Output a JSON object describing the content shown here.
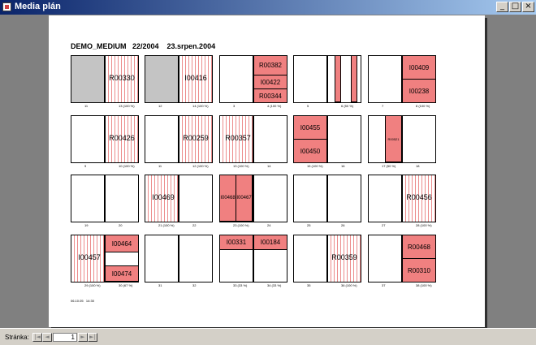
{
  "window": {
    "title": "Media plán",
    "buttons": {
      "minimize": "_",
      "maximize": "□",
      "close": "×"
    }
  },
  "report": {
    "heading": "DEMO_MEDIUM   22/2004    23.srpen.2004",
    "footer": "06.10.05   14:30"
  },
  "status": {
    "page_label": "Stránka:",
    "page_value": "1",
    "nav": {
      "first": "|◄",
      "prev": "◄",
      "next": "►",
      "last": "►|"
    }
  },
  "rows": [
    [
      {
        "left": {
          "fill": "gray",
          "num": "11"
        },
        "right": {
          "fill": "stripes",
          "num": "13 (100 %)",
          "label": "R00330"
        }
      },
      {
        "left": {
          "fill": "gray",
          "num": "12"
        },
        "right": {
          "fill": "stripes",
          "num": "14 (100 %)",
          "label": "I00416"
        }
      },
      {
        "left": {
          "num": "3"
        },
        "right": {
          "num": "4 (100 %)",
          "ads": [
            {
              "text": "R00382",
              "h": 0.42
            },
            {
              "text": "I00422",
              "h": 0.29
            },
            {
              "text": "R00344",
              "h": 0.29
            }
          ]
        }
      },
      {
        "left": {
          "num": "5"
        },
        "right": {
          "num": "6 (50 %)",
          "narrow": true
        }
      },
      {
        "left": {
          "num": "7"
        },
        "right": {
          "num": "8 (100 %)",
          "ads": [
            {
              "text": "I00409",
              "h": 0.5
            },
            {
              "text": "I00238",
              "h": 0.5
            }
          ]
        }
      }
    ],
    [
      {
        "left": {
          "num": "9"
        },
        "right": {
          "fill": "stripes",
          "num": "10 (100 %)",
          "label": "R00426"
        }
      },
      {
        "left": {
          "num": "11"
        },
        "right": {
          "fill": "stripes",
          "num": "12 (100 %)",
          "label": "R00259"
        }
      },
      {
        "left": {
          "fill": "stripes",
          "num": "13 (100 %)",
          "label": "R00357"
        },
        "right": {
          "num": "14"
        }
      },
      {
        "left": {
          "num": "15 (100 %)",
          "ads": [
            {
              "text": "I00455",
              "h": 0.5
            },
            {
              "text": "I00450",
              "h": 0.5
            }
          ]
        },
        "right": {
          "num": "16"
        }
      },
      {
        "left": {
          "num": "17 (50 %)",
          "centerbar": "R00521"
        },
        "right": {
          "num": "18"
        }
      }
    ],
    [
      {
        "left": {
          "num": "19"
        },
        "right": {
          "num": "20"
        }
      },
      {
        "left": {
          "fill": "stripes",
          "num": "21 (100 %)",
          "label": "I00469"
        },
        "right": {
          "num": "22"
        }
      },
      {
        "left": {
          "num": "23 (100 %)",
          "split": [
            "I00468",
            "I00467"
          ]
        },
        "right": {
          "num": "24"
        }
      },
      {
        "left": {
          "num": "25"
        },
        "right": {
          "num": "26"
        }
      },
      {
        "left": {
          "num": "27"
        },
        "right": {
          "fill": "stripes",
          "num": "28 (100 %)",
          "label": "R00456"
        }
      }
    ],
    [
      {
        "left": {
          "fill": "stripes",
          "num": "29 (100 %)",
          "label": "I00457"
        },
        "right": {
          "num": "30 (67 %)",
          "ads": [
            {
              "text": "I00464",
              "h": 0.36
            },
            {
              "text": "",
              "h": 0.3,
              "blank": true
            },
            {
              "text": "I00474",
              "h": 0.34
            }
          ]
        }
      },
      {
        "left": {
          "num": "31"
        },
        "right": {
          "num": "32"
        }
      },
      {
        "left": {
          "num": "33 (33 %)",
          "ads": [
            {
              "text": "I00331",
              "h": 0.32
            }
          ]
        },
        "right": {
          "num": "34 (33 %)",
          "ads": [
            {
              "text": "I00184",
              "h": 0.32
            }
          ]
        }
      },
      {
        "left": {
          "num": "35"
        },
        "right": {
          "fill": "stripes",
          "num": "36 (100 %)",
          "label": "R00359"
        }
      },
      {
        "left": {
          "num": "37"
        },
        "right": {
          "num": "38 (100 %)",
          "ads": [
            {
              "text": "R00468",
              "h": 0.5
            },
            {
              "text": "R00310",
              "h": 0.5
            }
          ]
        }
      }
    ]
  ]
}
